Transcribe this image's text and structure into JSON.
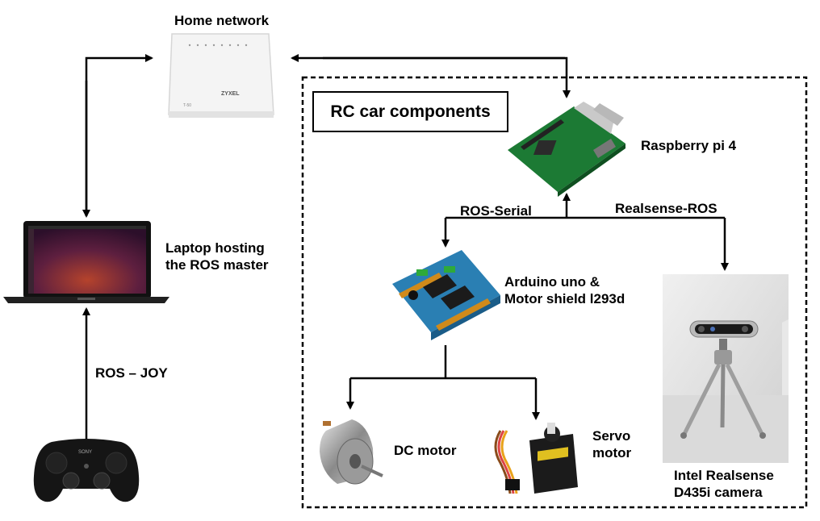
{
  "nodes": {
    "home_network": "Home network",
    "rc_title": "RC car components",
    "raspberry": "Raspberry pi 4",
    "laptop": [
      "Laptop hosting",
      "the ROS master"
    ],
    "arduino": [
      "Arduino uno &",
      "Motor shield l293d"
    ],
    "dc_motor": "DC motor",
    "servo": [
      "Servo",
      "motor"
    ],
    "camera": [
      "Intel Realsense",
      "D435i camera"
    ]
  },
  "edges": {
    "ros_serial": "ROS-Serial",
    "realsense_ros": "Realsense-ROS",
    "ros_joy": "ROS – JOY"
  },
  "router_brand": "ZYXEL",
  "router_model": "T-50",
  "gamepad_brand": "SONY"
}
